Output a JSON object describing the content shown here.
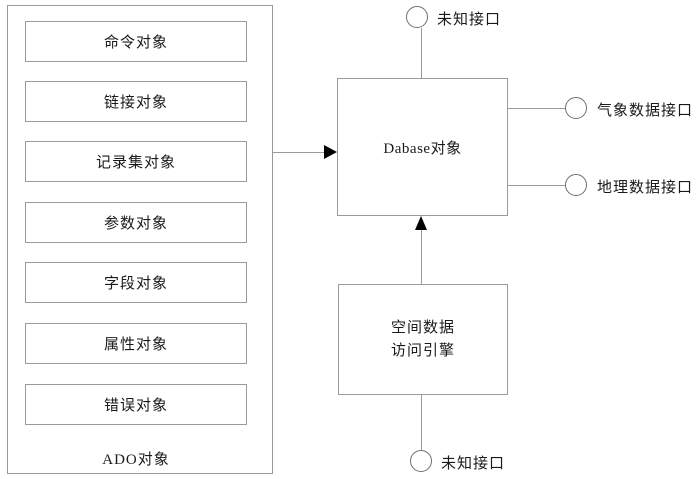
{
  "diagram": {
    "ado_panel": {
      "label": "ADO对象",
      "items": [
        {
          "label": "命令对象"
        },
        {
          "label": "链接对象"
        },
        {
          "label": "记录集对象"
        },
        {
          "label": "参数对象"
        },
        {
          "label": "字段对象"
        },
        {
          "label": "属性对象"
        },
        {
          "label": "错误对象"
        }
      ]
    },
    "database_box": {
      "label": "Dabase对象"
    },
    "engine_box": {
      "line1": "空间数据",
      "line2": "访问引擎"
    },
    "interfaces": {
      "top": "未知接口",
      "right_upper": "气象数据接口",
      "right_lower": "地理数据接口",
      "bottom": "未知接口"
    },
    "colors": {
      "stroke": "#9a9a9a",
      "arrow": "#000000",
      "text": "#1a1a1a",
      "background": "#ffffff"
    }
  }
}
